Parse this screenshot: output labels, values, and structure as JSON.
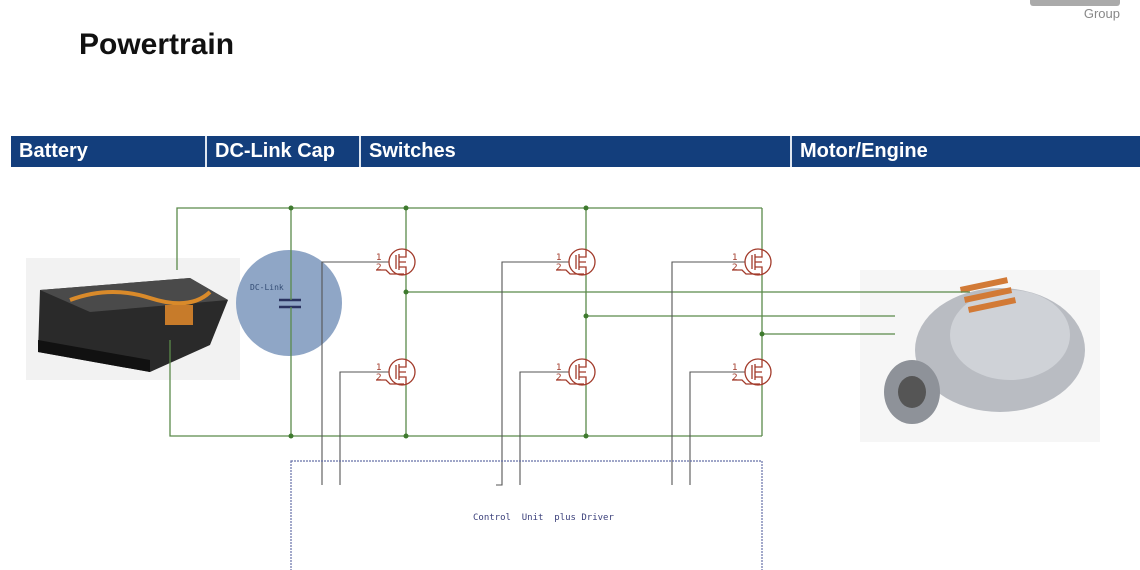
{
  "slide": {
    "title": "Powertrain",
    "logo_text": "Group"
  },
  "header_bar": {
    "color": "#133e7c",
    "sections": [
      "Battery",
      "DC-Link Cap",
      "Switches",
      "Motor/Engine"
    ]
  },
  "diagram": {
    "dc_link_label": "DC-Link",
    "control_unit_label": "Control  Unit  plus Driver",
    "pin_labels": [
      "1",
      "2"
    ],
    "wire_color": "#5a8a4a",
    "mosfet_color": "#a23a2a",
    "capacitor_fill": "#8fa6c6"
  }
}
